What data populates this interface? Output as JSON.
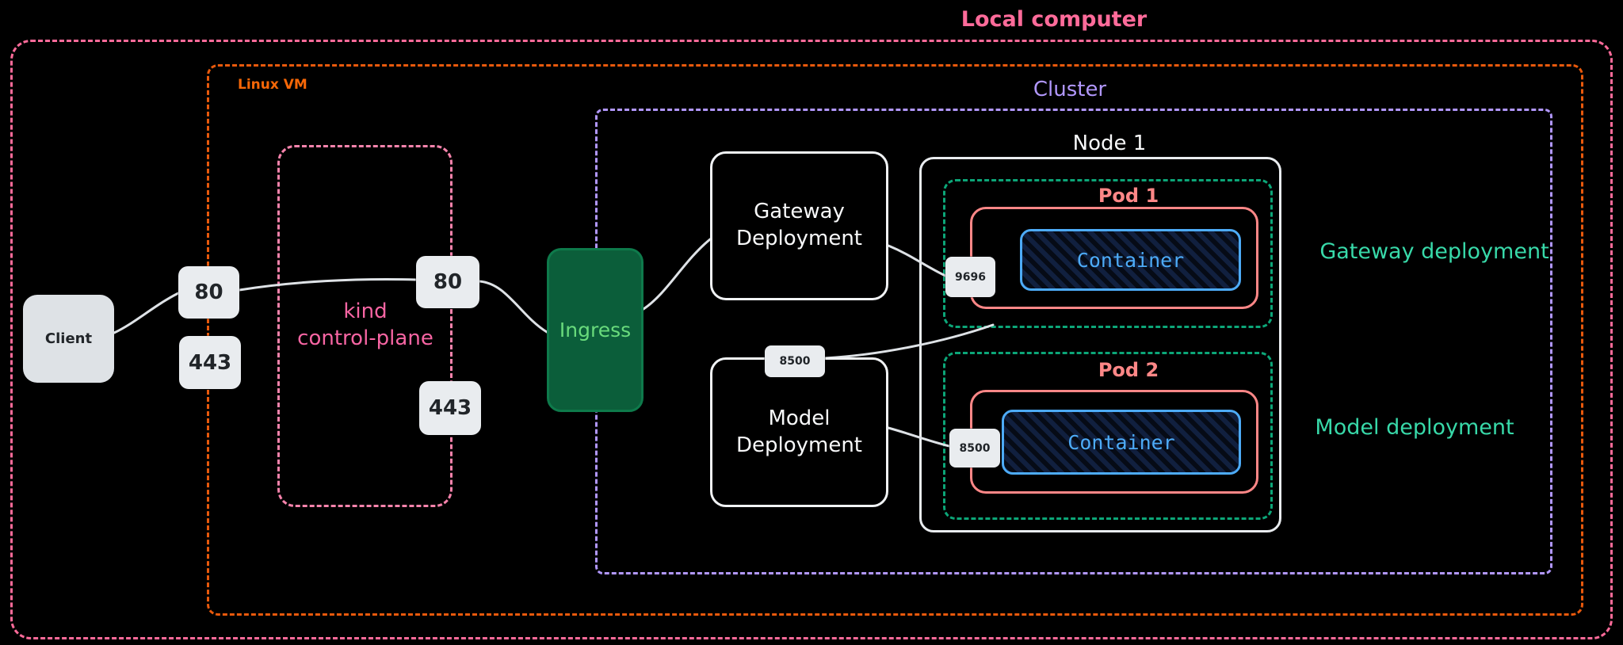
{
  "boundaries": {
    "local_computer": "Local computer",
    "linux_vm": "Linux VM",
    "cluster": "Cluster",
    "node": "Node 1"
  },
  "nodes": {
    "client": "Client",
    "kind_control_plane": "kind\ncontrol-plane",
    "ingress": "Ingress",
    "gateway_deployment": "Gateway\nDeployment",
    "model_deployment": "Model\nDeployment",
    "pod1": "Pod 1",
    "pod2": "Pod 2",
    "container1": "Container",
    "container2": "Container"
  },
  "ports": {
    "client_http": "80",
    "client_https": "443",
    "kind_http": "80",
    "kind_https": "443",
    "gateway_pod": "9696",
    "model_service": "8500",
    "model_pod": "8500"
  },
  "annotations": {
    "gateway": "Gateway deployment",
    "model": "Model deployment"
  },
  "colors": {
    "local_computer_border": "#ff6b9a",
    "linux_vm_border": "#e8590c",
    "cluster_border": "#b197fc",
    "node_border": "#e9ecef",
    "pod_border": "#0ca678",
    "pod_title": "#ff8787",
    "pod_inner_border": "#ff8787",
    "container_border": "#4dabf7",
    "container_text": "#4dabf7",
    "ingress_fill": "#0b5e3a",
    "ingress_text": "#69db7c",
    "kind_border": "#f783ac",
    "kind_text": "#f765a3",
    "annotation_text": "#38d9a9",
    "port_fill": "#e9ecef",
    "connector": "#dee2e6",
    "background": "#000000"
  }
}
